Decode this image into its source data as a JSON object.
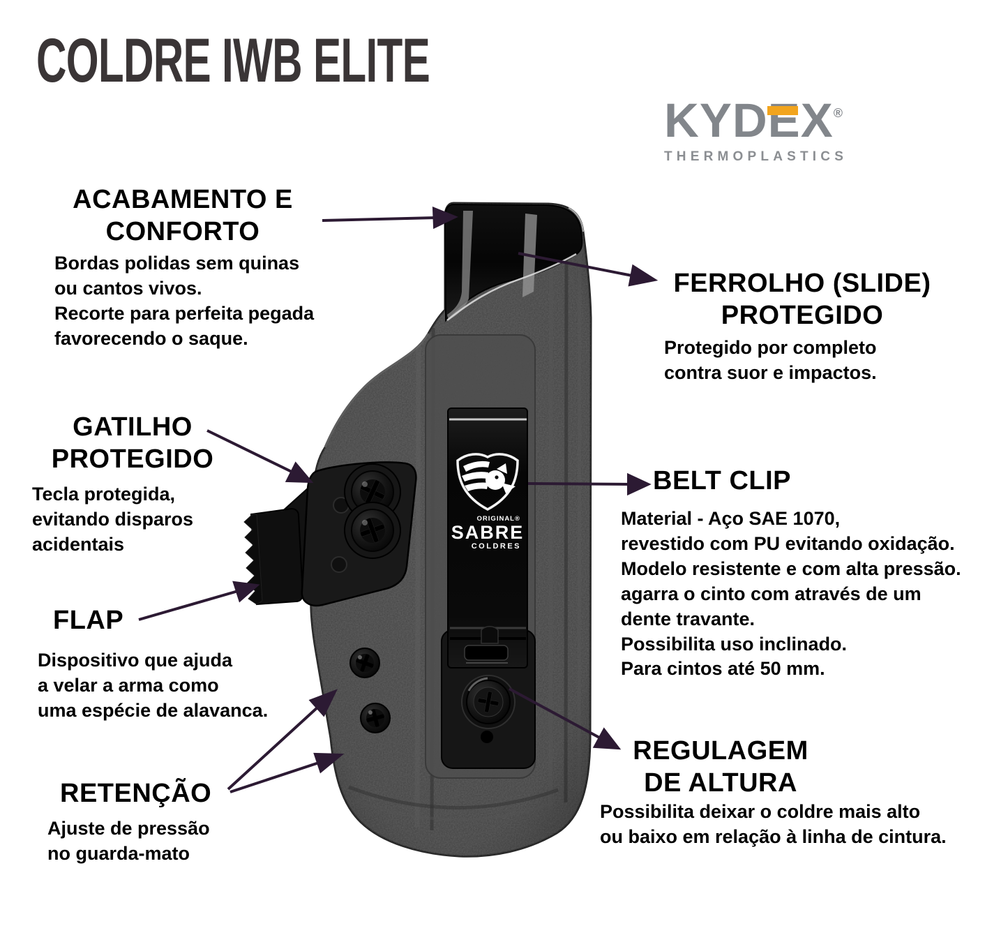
{
  "title": "COLDRE IWB ELITE",
  "brand_logo": {
    "name": "KYDEX",
    "registered_mark": "®",
    "subtitle": "THERMOPLASTICS",
    "accent_color": "#f2a41d",
    "gray": "#82868b"
  },
  "holster_emblem": {
    "original": "ORIGINAL®",
    "brand": "SABRE",
    "line": "COLDRES"
  },
  "callouts": {
    "acabamento": {
      "heading": "ACABAMENTO E\nCONFORTO",
      "body": "Bordas polidas sem quinas\nou cantos vivos.\nRecorte para perfeita pegada\nfavorecendo o saque."
    },
    "ferrolho": {
      "heading": "FERROLHO (SLIDE)\nPROTEGIDO",
      "body": "Protegido por completo\ncontra suor e impactos."
    },
    "gatilho": {
      "heading": "GATILHO\nPROTEGIDO",
      "body": "Tecla protegida,\nevitando disparos\nacidentais"
    },
    "flap": {
      "heading": "FLAP",
      "body": "Dispositivo que ajuda\na velar a arma como\numa espécie de alavanca."
    },
    "retencao": {
      "heading": "RETENÇÃO",
      "body": "Ajuste de pressão\nno guarda-mato"
    },
    "belt_clip": {
      "heading": "BELT CLIP",
      "body": "Material - Aço SAE 1070,\nrevestido com PU evitando oxidação.\nModelo resistente e com alta pressão.\nagarra o cinto com através de um\ndente travante.\nPossibilita uso inclinado.\nPara cintos até 50 mm."
    },
    "regulagem": {
      "heading": "REGULAGEM\nDE ALTURA",
      "body": "Possibilita deixar o coldre mais alto\nou baixo em relação à linha de cintura."
    }
  },
  "colors": {
    "arrow": "#2c1a33",
    "title": "#3a3536",
    "text": "#000000",
    "kydex_body": "#464646"
  }
}
